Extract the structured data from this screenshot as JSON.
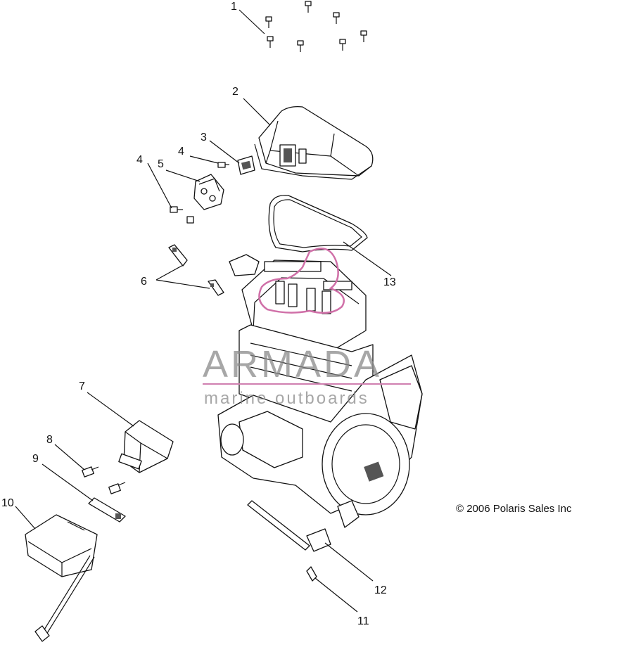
{
  "callouts": [
    {
      "num": "1"
    },
    {
      "num": "2"
    },
    {
      "num": "3"
    },
    {
      "num": "4"
    },
    {
      "num": "4"
    },
    {
      "num": "5"
    },
    {
      "num": "6"
    },
    {
      "num": "7"
    },
    {
      "num": "8"
    },
    {
      "num": "9"
    },
    {
      "num": "10"
    },
    {
      "num": "11"
    },
    {
      "num": "12"
    },
    {
      "num": "13"
    }
  ],
  "copyright": "© 2006 Polaris Sales Inc",
  "watermark": {
    "brand": "ARMADA",
    "tagline": "marine outboards",
    "accent_color": "#d070a8"
  }
}
